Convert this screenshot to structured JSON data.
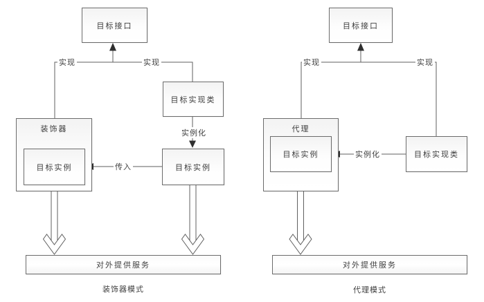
{
  "colors": {
    "background": "#ffffff",
    "line": "#5f5f5f",
    "box_border": "#6b6b6b",
    "solid_arrow": "#2f2f2f",
    "text": "#3e3e3e"
  },
  "left": {
    "caption": "装饰器模式",
    "nodes": {
      "interface": "目标接口",
      "impl_class": "目标实现类",
      "decorator": "装饰器",
      "decorator_instance": "目标实例",
      "instance": "目标实例",
      "service": "对外提供服务"
    },
    "labels": {
      "realize_left": "实现",
      "realize_right": "实现",
      "instantiate": "实例化",
      "pass_in": "传入"
    }
  },
  "right": {
    "caption": "代理模式",
    "nodes": {
      "interface": "目标接口",
      "proxy": "代理",
      "proxy_instance": "目标实例",
      "impl_class": "目标实现类",
      "service": "对外提供服务"
    },
    "labels": {
      "realize_left": "实现",
      "realize_right": "实现",
      "instantiate": "实例化"
    }
  }
}
